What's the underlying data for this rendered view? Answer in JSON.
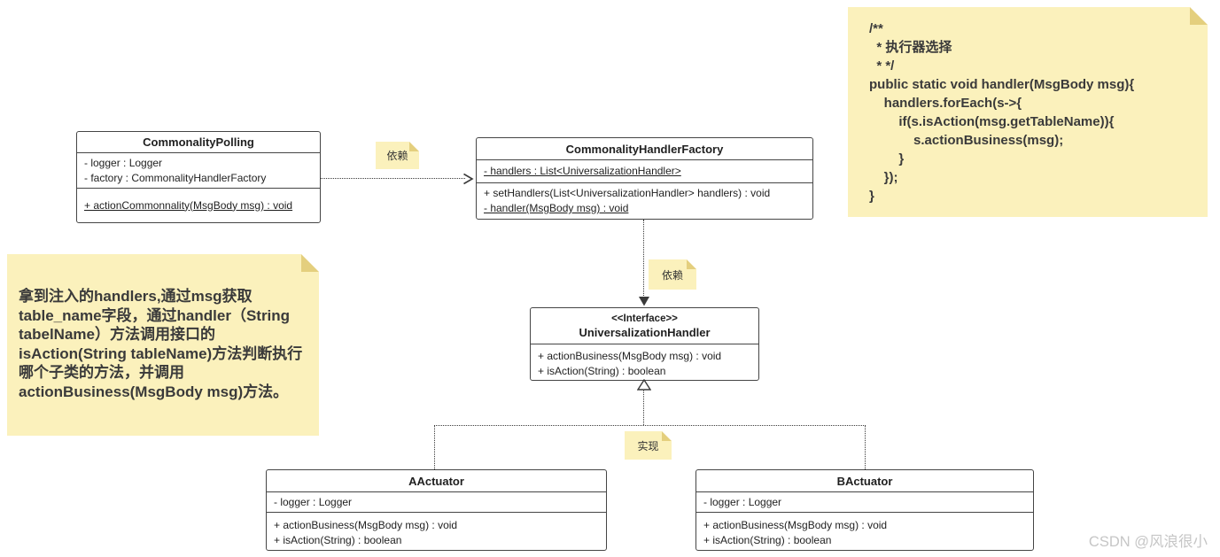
{
  "diagram": {
    "classes": {
      "polling": {
        "title": "CommonalityPolling",
        "attrs": [
          "- logger : Logger",
          "- factory : CommonalityHandlerFactory"
        ],
        "methods": [
          "+ actionCommonnality(MsgBody msg) : void"
        ]
      },
      "factory": {
        "title": "CommonalityHandlerFactory",
        "attrs": [
          "- handlers : List<UniversalizationHandler>"
        ],
        "methods": [
          "+ setHandlers(List<UniversalizationHandler> handlers) : void",
          "- handler(MsgBody msg) : void"
        ]
      },
      "handler_interface": {
        "stereotype": "<<Interface>>",
        "title": "UniversalizationHandler",
        "methods": [
          "+ actionBusiness(MsgBody msg) : void",
          "+ isAction(String) : boolean"
        ]
      },
      "a_actuator": {
        "title": "AActuator",
        "attrs": [
          "- logger : Logger"
        ],
        "methods": [
          "+ actionBusiness(MsgBody msg) : void",
          "+ isAction(String) : boolean"
        ]
      },
      "b_actuator": {
        "title": "BActuator",
        "attrs": [
          "- logger : Logger"
        ],
        "methods": [
          "+ actionBusiness(MsgBody msg) : void",
          "+ isAction(String) : boolean"
        ]
      }
    },
    "edges": {
      "dep1_label": "依赖",
      "dep2_label": "依赖",
      "real_label": "实现"
    },
    "notes": {
      "code": "/**\n  * 执行器选择\n  * */\npublic static void handler(MsgBody msg){\n    handlers.forEach(s->{\n        if(s.isAction(msg.getTableName)){\n            s.actionBusiness(msg);\n        }\n    });\n}",
      "description": "拿到注入的handlers,通过msg获取\ntable_name字段，通过handler（String\ntabelName）方法调用接口的\nisAction(String tableName)方法判断执行\n哪个子类的方法，并调用\nactionBusiness(MsgBody msg)方法。"
    },
    "watermark": "CSDN @风浪很小",
    "colors": {
      "note_bg": "#fbf1bc",
      "note_fold": "#e4cf7e",
      "box_border": "#454545",
      "line": "#3a3a3a"
    }
  }
}
